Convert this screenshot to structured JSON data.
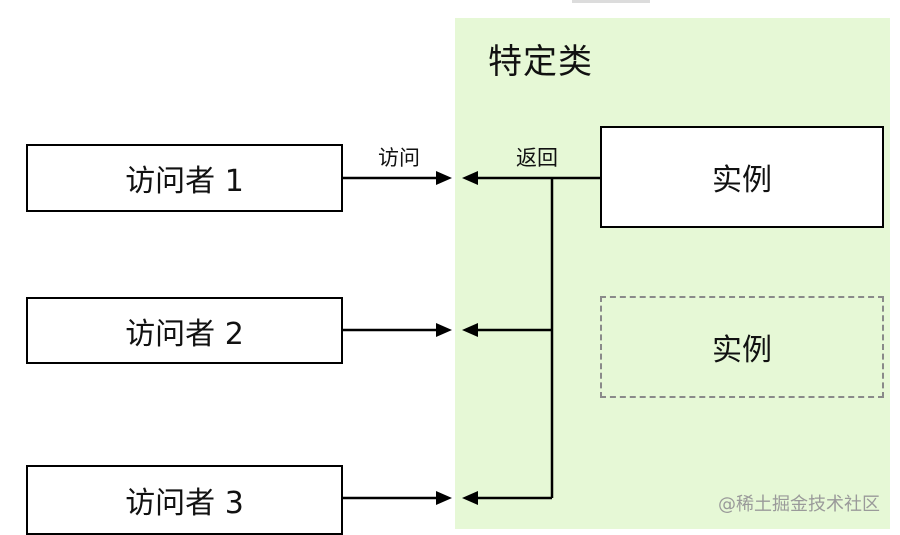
{
  "panel": {
    "title": "特定类",
    "background": "#e6f8d6"
  },
  "visitors": [
    {
      "label": "访问者 1"
    },
    {
      "label": "访问者 2"
    },
    {
      "label": "访问者 3"
    }
  ],
  "instance": {
    "label": "实例"
  },
  "instance_dashed": {
    "label": "实例"
  },
  "edges": {
    "visit_label": "访问",
    "return_label": "返回"
  },
  "watermark": "@稀土掘金技术社区"
}
